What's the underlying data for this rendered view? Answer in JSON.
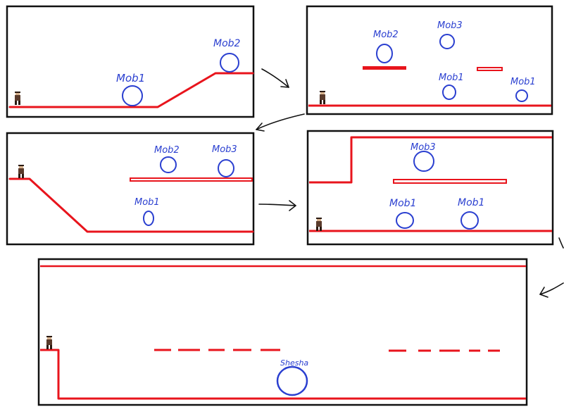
{
  "colors": {
    "frame": "#111111",
    "platform": "#e8141c",
    "mob": "#2a3fd0",
    "arrow": "#111111",
    "player_body": "#5a3b2c",
    "player_skin": "#d9b48f"
  },
  "panels": [
    {
      "id": "level-1",
      "mobs": [
        {
          "label": "Mob1"
        },
        {
          "label": "Mob2"
        }
      ]
    },
    {
      "id": "level-2",
      "mobs": [
        {
          "label": "Mob2"
        },
        {
          "label": "Mob3"
        },
        {
          "label": "Mob1"
        },
        {
          "label": "Mob1"
        }
      ]
    },
    {
      "id": "level-3",
      "mobs": [
        {
          "label": "Mob2"
        },
        {
          "label": "Mob3"
        },
        {
          "label": "Mob1"
        }
      ]
    },
    {
      "id": "level-4",
      "mobs": [
        {
          "label": "Mob3"
        },
        {
          "label": "Mob1"
        },
        {
          "label": "Mob1"
        }
      ]
    },
    {
      "id": "boss-level",
      "mobs": [
        {
          "label": "Shesha"
        }
      ]
    }
  ]
}
